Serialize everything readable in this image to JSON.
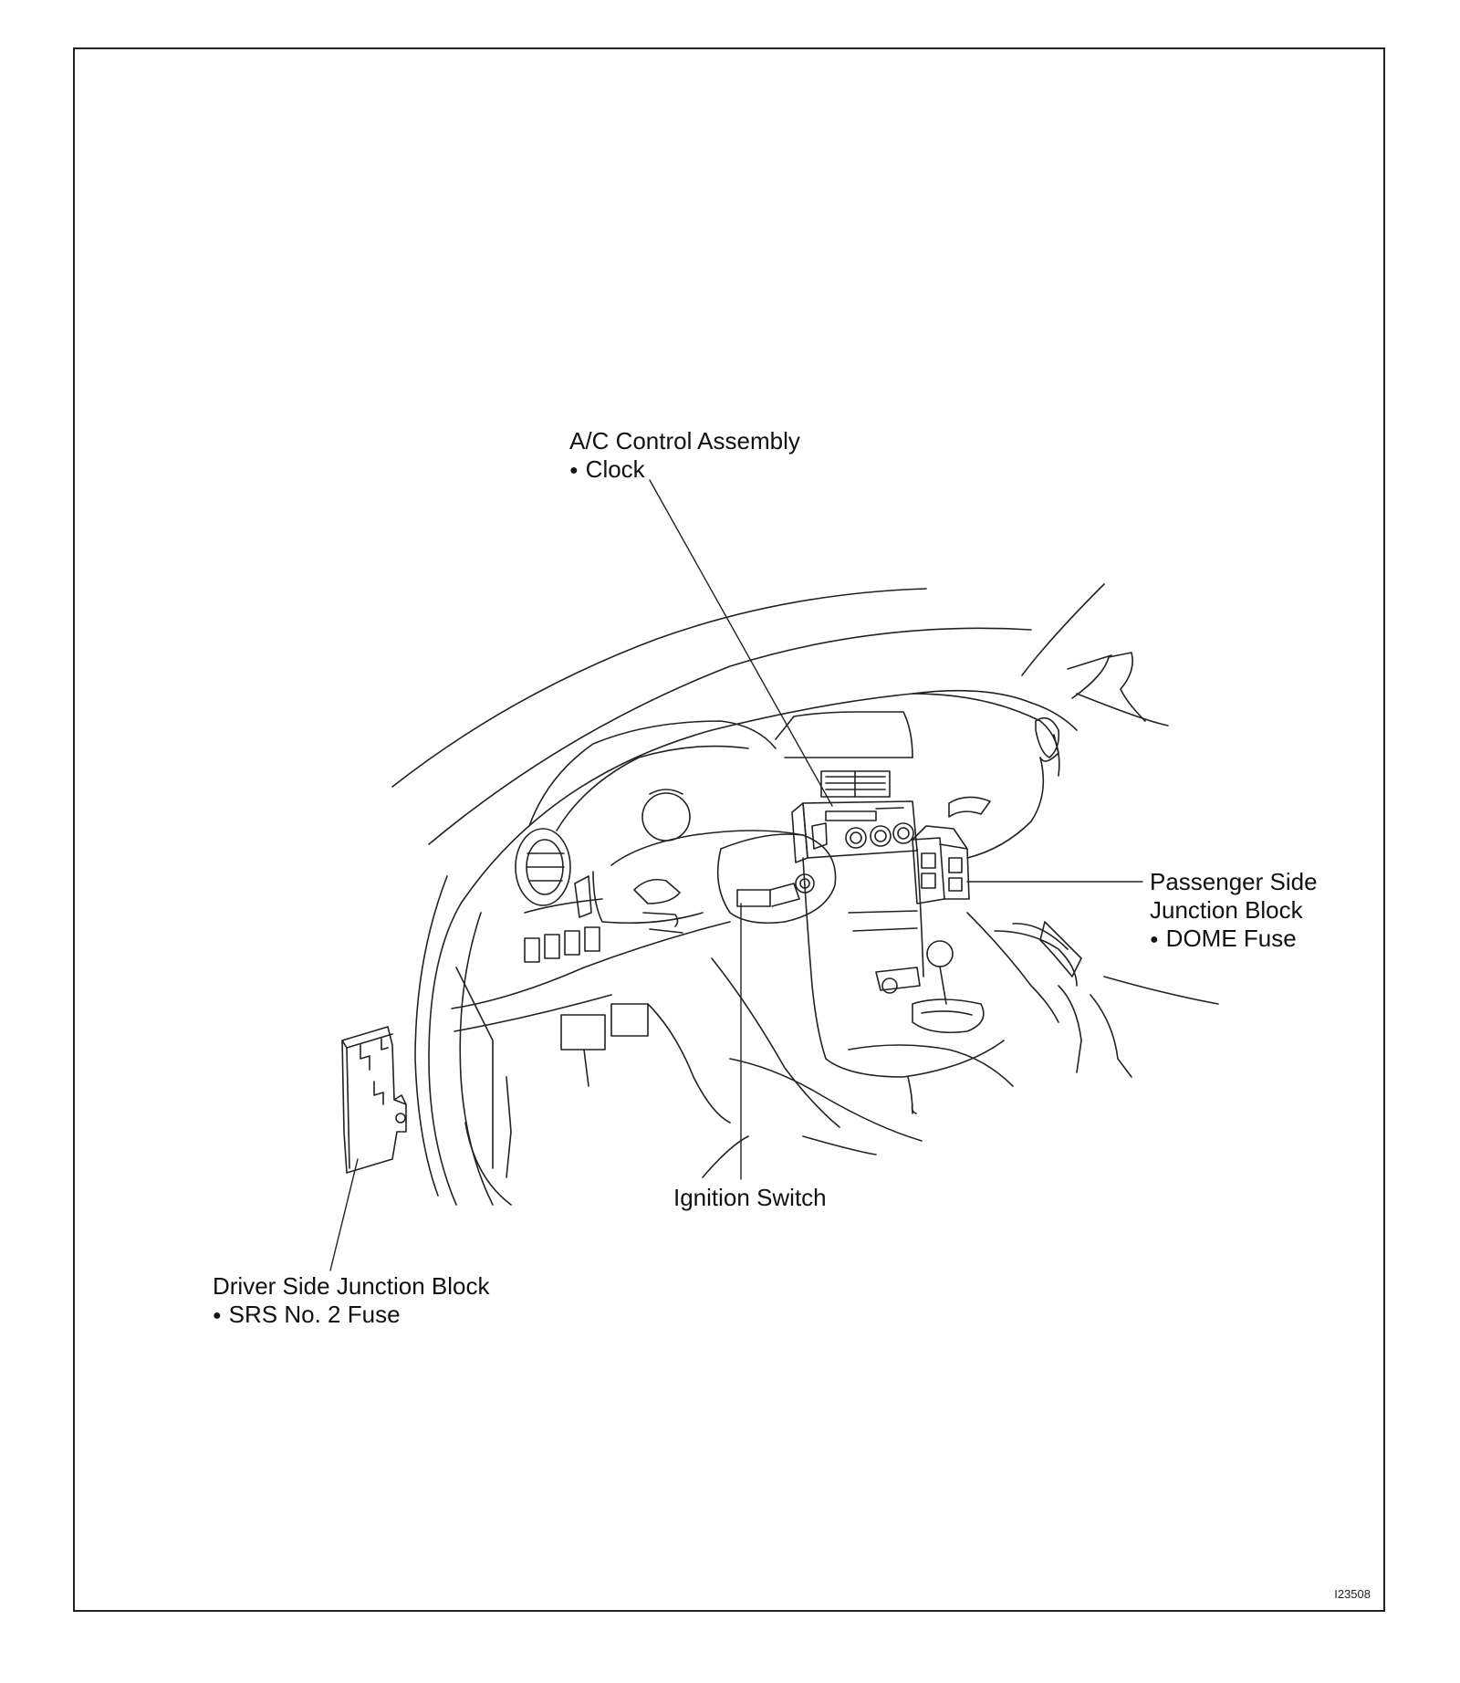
{
  "callouts": {
    "ac_control": {
      "title": "A/C Control Assembly",
      "items": [
        "Clock"
      ]
    },
    "passenger_junction": {
      "title_line1": "Passenger Side",
      "title_line2": "Junction Block",
      "items": [
        "DOME Fuse"
      ]
    },
    "ignition_switch": {
      "title": "Ignition Switch"
    },
    "driver_junction": {
      "title": "Driver Side Junction Block",
      "items": [
        "SRS No. 2 Fuse"
      ]
    }
  },
  "figure_id": "I23508"
}
